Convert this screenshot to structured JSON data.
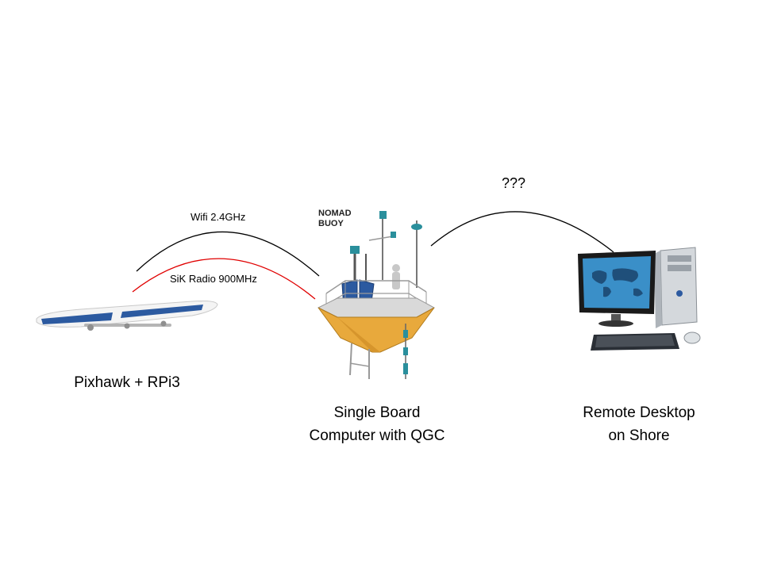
{
  "links": {
    "wifi_label": "Wifi 2.4GHz",
    "radio_label": "SiK Radio 900MHz",
    "unknown_label": "???",
    "wifi_color": "#000000",
    "radio_color": "#e00000",
    "unknown_color": "#000000"
  },
  "nodes": {
    "boat": {
      "label": "Pixhawk + RPi3",
      "icon": "paddleboard-icon"
    },
    "buoy": {
      "label_line1": "Single Board",
      "label_line2": "Computer with QGC",
      "icon": "buoy-icon",
      "logo_line1": "NOMAD",
      "logo_line2": "BUOY"
    },
    "desktop": {
      "label_line1": "Remote Desktop",
      "label_line2": "on Shore",
      "icon": "desktop-computer-icon"
    }
  },
  "colors": {
    "buoy_hull": "#e8a93c",
    "solar_panel": "#2c5aa0",
    "screen": "#3a8fc8"
  }
}
